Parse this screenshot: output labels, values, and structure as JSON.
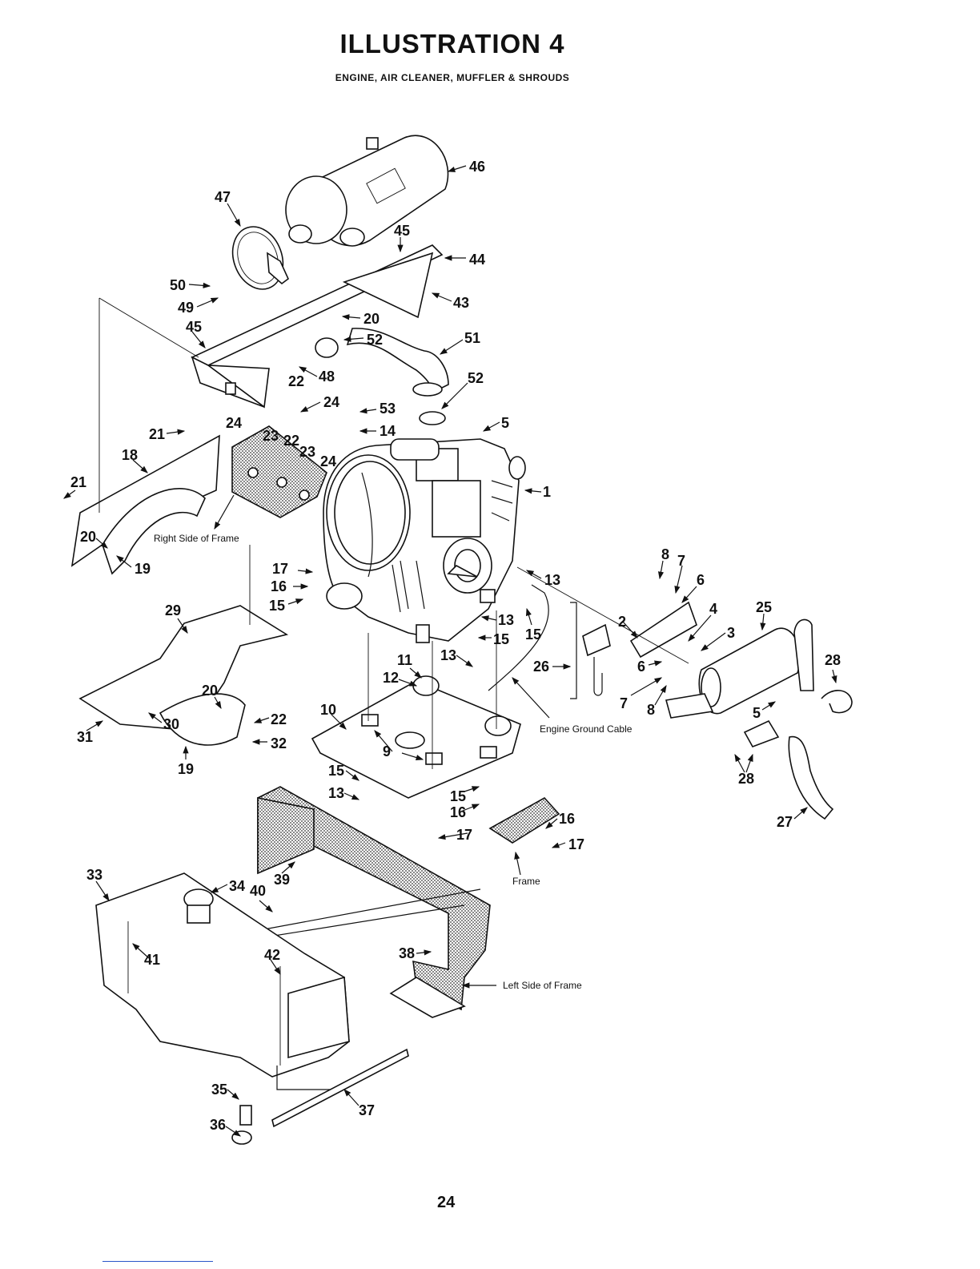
{
  "header": {
    "title": "ILLUSTRATION  4",
    "subtitle": "ENGINE, AIR CLEANER, MUFFLER & SHROUDS"
  },
  "captions": {
    "right_side_frame": "Right Side of Frame",
    "engine_ground_cable": "Engine Ground Cable",
    "frame": "Frame",
    "left_side_frame": "Left Side of Frame"
  },
  "callouts": [
    {
      "id": "c46",
      "text": "46"
    },
    {
      "id": "c47",
      "text": "47"
    },
    {
      "id": "c45a",
      "text": "45"
    },
    {
      "id": "c44",
      "text": "44"
    },
    {
      "id": "c50",
      "text": "50"
    },
    {
      "id": "c49",
      "text": "49"
    },
    {
      "id": "c43",
      "text": "43"
    },
    {
      "id": "c45b",
      "text": "45"
    },
    {
      "id": "c20a",
      "text": "20"
    },
    {
      "id": "c52a",
      "text": "52"
    },
    {
      "id": "c51",
      "text": "51"
    },
    {
      "id": "c48",
      "text": "48"
    },
    {
      "id": "c22a",
      "text": "22"
    },
    {
      "id": "c52b",
      "text": "52"
    },
    {
      "id": "c24a",
      "text": "24"
    },
    {
      "id": "c53",
      "text": "53"
    },
    {
      "id": "c14",
      "text": "14"
    },
    {
      "id": "c5a",
      "text": "5"
    },
    {
      "id": "c21a",
      "text": "21"
    },
    {
      "id": "c24b",
      "text": "24"
    },
    {
      "id": "c23a",
      "text": "23"
    },
    {
      "id": "c22b",
      "text": "22"
    },
    {
      "id": "c23b",
      "text": "23"
    },
    {
      "id": "c18",
      "text": "18"
    },
    {
      "id": "c24c",
      "text": "24"
    },
    {
      "id": "c21b",
      "text": "21"
    },
    {
      "id": "c1",
      "text": "1"
    },
    {
      "id": "c20b",
      "text": "20"
    },
    {
      "id": "c19a",
      "text": "19"
    },
    {
      "id": "c8a",
      "text": "8"
    },
    {
      "id": "c7a",
      "text": "7"
    },
    {
      "id": "c17a",
      "text": "17"
    },
    {
      "id": "c13a",
      "text": "13"
    },
    {
      "id": "c6a",
      "text": "6"
    },
    {
      "id": "c16a",
      "text": "16"
    },
    {
      "id": "c15a",
      "text": "15"
    },
    {
      "id": "c29",
      "text": "29"
    },
    {
      "id": "c4",
      "text": "4"
    },
    {
      "id": "c25",
      "text": "25"
    },
    {
      "id": "c13b",
      "text": "13"
    },
    {
      "id": "c2",
      "text": "2"
    },
    {
      "id": "c3",
      "text": "3"
    },
    {
      "id": "c15b",
      "text": "15"
    },
    {
      "id": "c15c",
      "text": "15"
    },
    {
      "id": "c11",
      "text": "11"
    },
    {
      "id": "c13c",
      "text": "13"
    },
    {
      "id": "c6b",
      "text": "6"
    },
    {
      "id": "c28a",
      "text": "28"
    },
    {
      "id": "c12",
      "text": "12"
    },
    {
      "id": "c26",
      "text": "26"
    },
    {
      "id": "c20c",
      "text": "20"
    },
    {
      "id": "c7b",
      "text": "7"
    },
    {
      "id": "c8b",
      "text": "8"
    },
    {
      "id": "c10",
      "text": "10"
    },
    {
      "id": "c5b",
      "text": "5"
    },
    {
      "id": "c22c",
      "text": "22"
    },
    {
      "id": "c30",
      "text": "30"
    },
    {
      "id": "c31",
      "text": "31"
    },
    {
      "id": "c32",
      "text": "32"
    },
    {
      "id": "c9",
      "text": "9"
    },
    {
      "id": "c19b",
      "text": "19"
    },
    {
      "id": "c28b",
      "text": "28"
    },
    {
      "id": "c15d",
      "text": "15"
    },
    {
      "id": "c13d",
      "text": "13"
    },
    {
      "id": "c15e",
      "text": "15"
    },
    {
      "id": "c16b",
      "text": "16"
    },
    {
      "id": "c16c",
      "text": "16"
    },
    {
      "id": "c17b",
      "text": "17"
    },
    {
      "id": "c17c",
      "text": "17"
    },
    {
      "id": "c27",
      "text": "27"
    },
    {
      "id": "c33",
      "text": "33"
    },
    {
      "id": "c34",
      "text": "34"
    },
    {
      "id": "c40",
      "text": "40"
    },
    {
      "id": "c39",
      "text": "39"
    },
    {
      "id": "c41",
      "text": "41"
    },
    {
      "id": "c42",
      "text": "42"
    },
    {
      "id": "c38",
      "text": "38"
    },
    {
      "id": "c35",
      "text": "35"
    },
    {
      "id": "c37",
      "text": "37"
    },
    {
      "id": "c36",
      "text": "36"
    }
  ],
  "footer": {
    "page_number": "24"
  }
}
